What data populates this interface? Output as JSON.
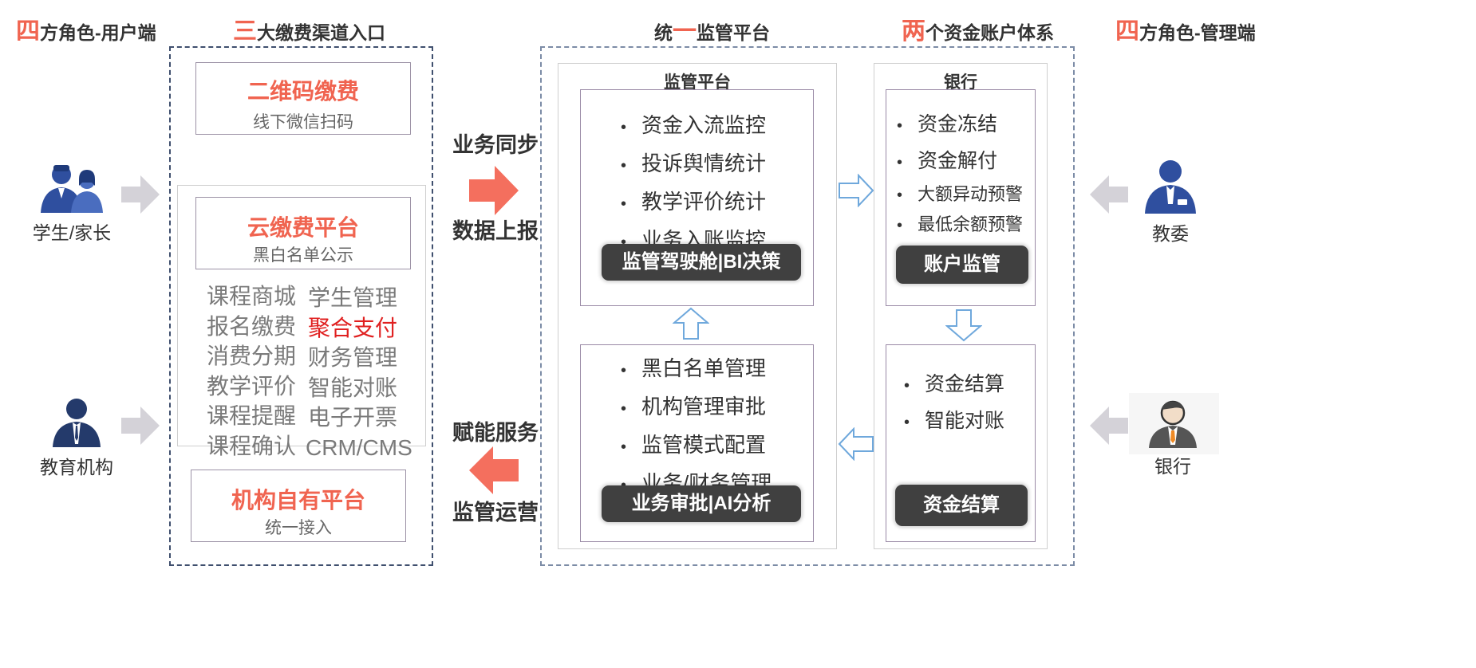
{
  "headers": {
    "user_roles": {
      "big": "四",
      "rest": "方角色-用户端"
    },
    "channels": {
      "big": "三",
      "rest": "大缴费渠道入口"
    },
    "platform": {
      "pre": "统",
      "big": "一",
      "rest": "监管平台"
    },
    "accounts": {
      "big": "两",
      "rest": "个资金账户体系"
    },
    "admin_roles": {
      "big": "四",
      "rest": "方角色-管理端"
    }
  },
  "roles_left": [
    {
      "label": "学生/家长",
      "icon": "users-icon"
    },
    {
      "label": "教育机构",
      "icon": "institution-person-icon"
    }
  ],
  "roles_right": [
    {
      "label": "教委",
      "icon": "official-person-icon"
    },
    {
      "label": "银行",
      "icon": "bank-person-icon"
    }
  ],
  "channels": {
    "qr": {
      "title": "二维码缴费",
      "subtitle": "线下微信扫码"
    },
    "cloud": {
      "title": "云缴费平台",
      "subtitle": "黑白名单公示",
      "features_left": [
        "课程商城",
        "报名缴费",
        "消费分期",
        "教学评价",
        "课程提醒",
        "课程确认"
      ],
      "features_right": [
        "学生管理",
        "聚合支付",
        "财务管理",
        "智能对账",
        "电子开票",
        "CRM/CMS"
      ]
    },
    "own": {
      "title": "机构自有平台",
      "subtitle": "统一接入"
    }
  },
  "flows": {
    "top": [
      "业务同步",
      "数据上报"
    ],
    "bottom": [
      "赋能服务",
      "监管运营"
    ]
  },
  "regulator": {
    "title": "监管平台",
    "top_items": [
      "资金入流监控",
      "投诉舆情统计",
      "教学评价统计",
      "业务入账监控"
    ],
    "top_button": "监管驾驶舱|BI决策",
    "bottom_items": [
      "黑白名单管理",
      "机构管理审批",
      "监管模式配置",
      "业务/财务管理"
    ],
    "bottom_button": "业务审批|AI分析"
  },
  "bank": {
    "title": "银行",
    "top_items": [
      "资金冻结",
      "资金解付",
      "大额异动预警",
      "最低余额预警"
    ],
    "top_button": "账户监管",
    "bottom_items": [
      "资金结算",
      "智能对账"
    ],
    "bottom_button": "资金结算"
  },
  "colors": {
    "accent": "#f06450",
    "highlight": "#e02020",
    "button": "#404040",
    "hollow_arrow": "#6fa8dc",
    "gray_arrow": "#d4d2d8"
  }
}
